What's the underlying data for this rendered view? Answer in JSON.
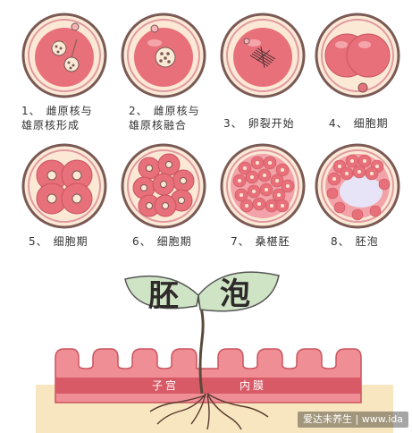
{
  "stages": [
    {
      "num": "1、",
      "line1": "雌原核与",
      "line2": "雄原核形成",
      "image": "pronuclei-forming"
    },
    {
      "num": "2、",
      "line1": "雌原核与",
      "line2": "雄原核融合",
      "image": "pronuclei-fusing"
    },
    {
      "num": "3、",
      "line1": "卵裂开始",
      "line2": "",
      "image": "cleavage-spindle"
    },
    {
      "num": "4、",
      "line1": "细胞期",
      "line2": "",
      "image": "two-cell"
    },
    {
      "num": "5、",
      "line1": "细胞期",
      "line2": "",
      "image": "four-cell"
    },
    {
      "num": "6、",
      "line1": "细胞期",
      "line2": "",
      "image": "eight-cell"
    },
    {
      "num": "7、",
      "line1": "桑椹胚",
      "line2": "",
      "image": "morula"
    },
    {
      "num": "8、",
      "line1": "胚泡",
      "line2": "",
      "image": "blastocyst"
    }
  ],
  "sprout": {
    "leaf_left": "胚",
    "leaf_right": "泡"
  },
  "uterus": {
    "left_text": "子宫",
    "right_text": "内膜"
  },
  "watermark": "爱达未养生 | www.ida",
  "colors": {
    "shell_outer": "#7a5a55",
    "shell_fill": "#fbe9d6",
    "cell": "#e8707a",
    "cell_light": "#f6b3b6",
    "leaf": "#cfe4c5",
    "leaf_stroke": "#555",
    "uterus_top": "#f08e96",
    "uterus_band": "#d85a66",
    "soil": "#f7e6bf"
  }
}
